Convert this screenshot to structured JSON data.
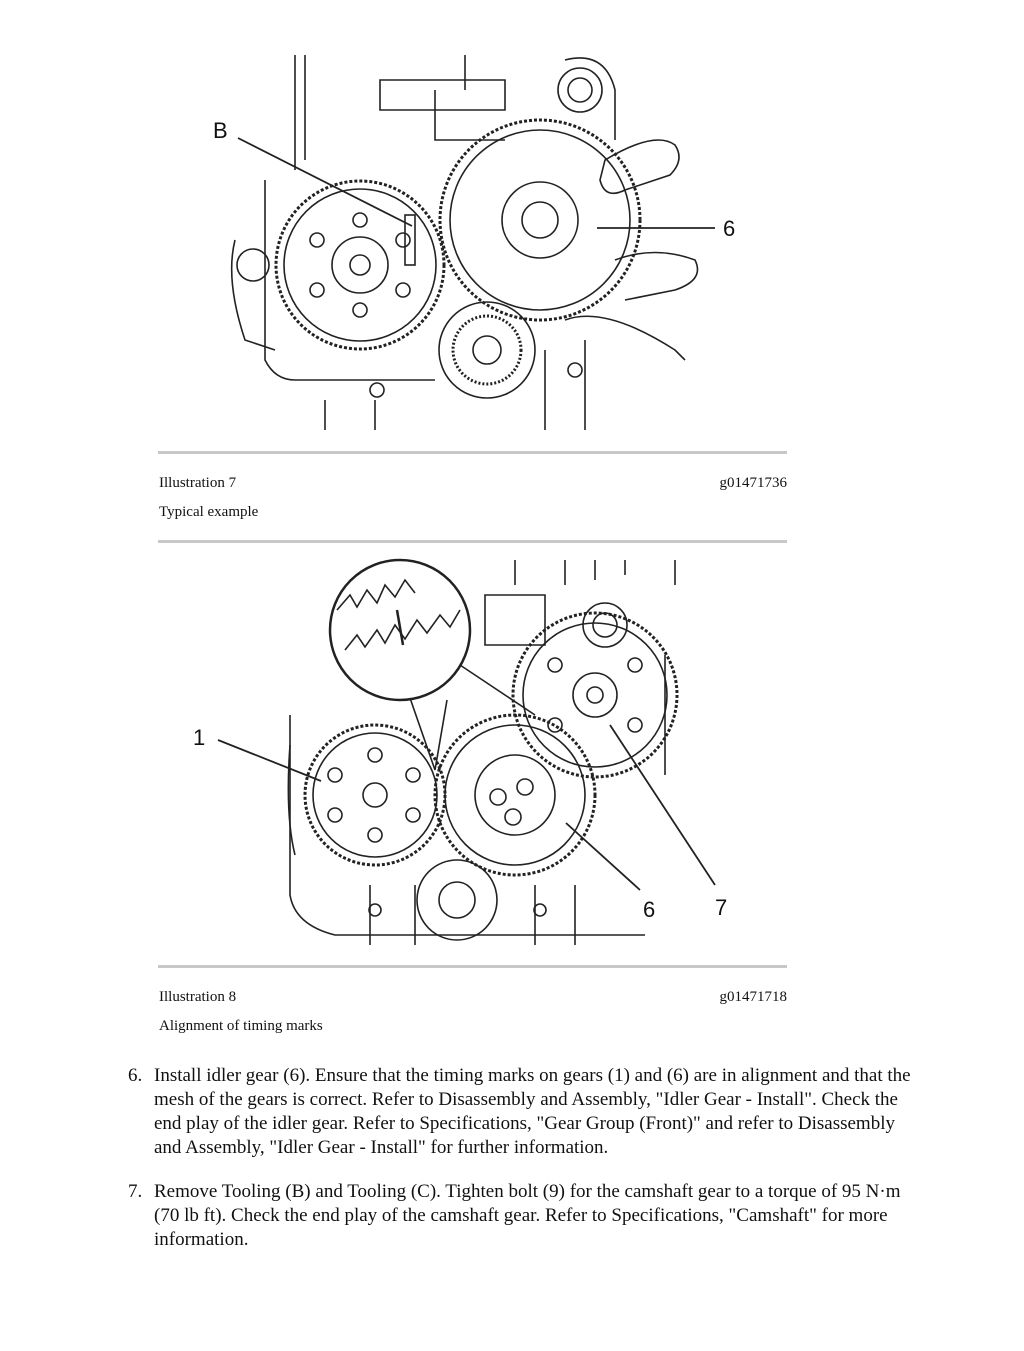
{
  "illustration1": {
    "caption_label": "Illustration 7",
    "caption_id": "g01471736",
    "caption_desc": "Typical example",
    "callouts": {
      "b": "B",
      "six": "6"
    }
  },
  "illustration2": {
    "caption_label": "Illustration 8",
    "caption_id": "g01471718",
    "caption_desc": "Alignment of timing marks",
    "callouts": {
      "one": "1",
      "six": "6",
      "seven": "7"
    }
  },
  "steps": [
    {
      "number": "6.",
      "text": "Install idler gear (6). Ensure that the timing marks on gears (1) and (6) are in alignment and that the mesh of the gears is correct. Refer to Disassembly and Assembly, \"Idler Gear - Install\". Check the end play of the idler gear. Refer to Specifications, \"Gear Group (Front)\" and refer to Disassembly and Assembly, \"Idler Gear - Install\" for further information."
    },
    {
      "number": "7.",
      "text": "Remove Tooling (B) and Tooling (C). Tighten bolt (9) for the camshaft gear to a torque of 95 N·m (70 lb ft). Check the end play of the camshaft gear. Refer to Specifications, \"Camshaft\" for more information."
    }
  ]
}
